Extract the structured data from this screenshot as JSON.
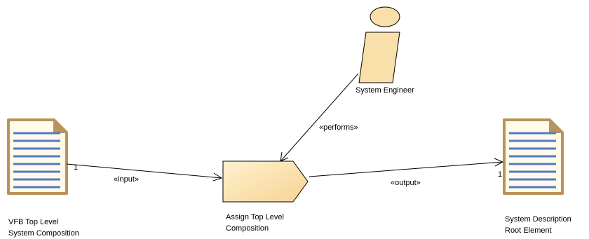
{
  "diagram": {
    "input_artifact": {
      "label_line1": "VFB Top Level",
      "label_line2": "System Composition",
      "multiplicity": "1"
    },
    "task": {
      "label_line1": "Assign Top Level",
      "label_line2": "Composition"
    },
    "role": {
      "label": "System Engineer"
    },
    "output_artifact": {
      "label_line1": "System Description",
      "label_line2": "Root Element",
      "multiplicity": "1"
    },
    "edges": {
      "input": "«input»",
      "output": "«output»",
      "performs": "«performs»"
    },
    "colors": {
      "fill": "#f9dfa9",
      "stroke": "#000000",
      "doc_border": "#b8945a",
      "doc_lines": "#5577cc",
      "doc_fill": "#fffbe8"
    }
  }
}
